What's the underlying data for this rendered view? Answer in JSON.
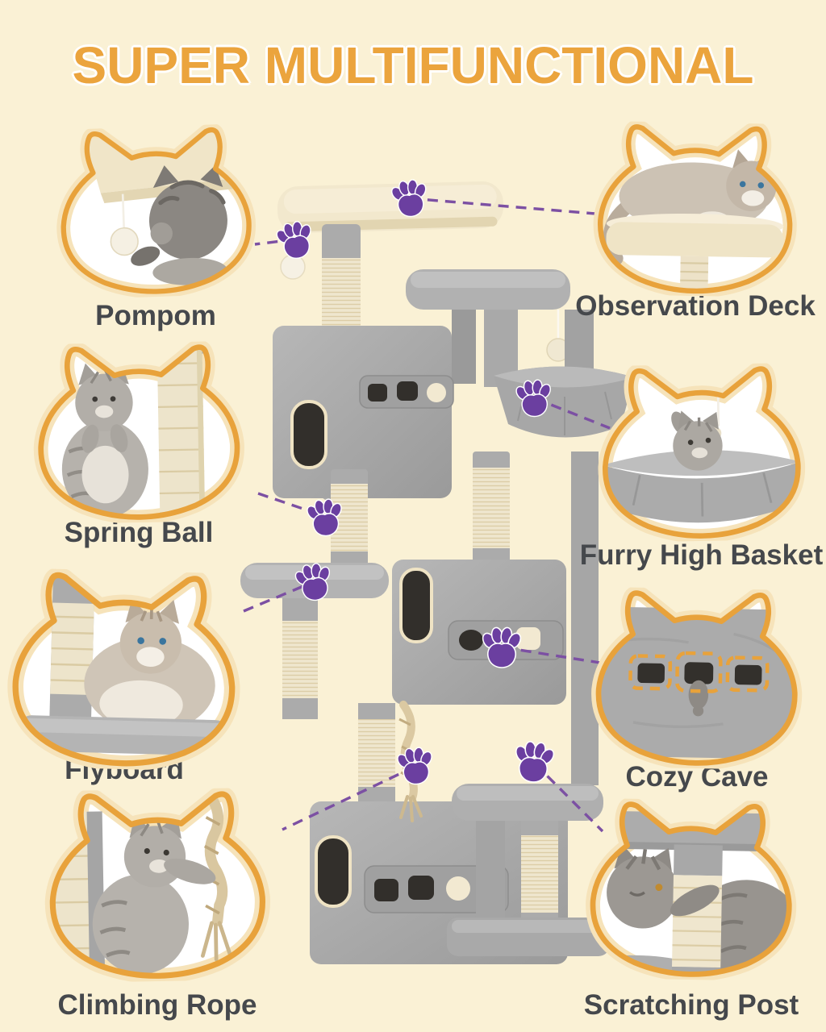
{
  "title": "SUPER MULTIFUNCTIONAL",
  "features": [
    {
      "id": "pompom",
      "label": "Pompom",
      "side": "left"
    },
    {
      "id": "observation-deck",
      "label": "Observation Deck",
      "side": "right"
    },
    {
      "id": "spring-ball",
      "label": "Spring Ball",
      "side": "left"
    },
    {
      "id": "furry-high-basket",
      "label": "Furry High Basket",
      "side": "right"
    },
    {
      "id": "flyboard",
      "label": "Flyboard",
      "side": "left"
    },
    {
      "id": "cozy-cave",
      "label": "Cozy Cave",
      "side": "right"
    },
    {
      "id": "climbing-rope",
      "label": "Climbing Rope",
      "side": "left"
    },
    {
      "id": "scratching-post",
      "label": "Scratching Post",
      "side": "right"
    }
  ],
  "icons": {
    "connector_marker": "paw-icon"
  },
  "colors": {
    "background": "#FAF1D5",
    "title": "#EBA43D",
    "frame_stroke": "#E8A23B",
    "frame_halo": "#F6E3BA",
    "label_text": "#45484C",
    "paw": "#6B3FA0",
    "dashed_line": "#7C50A3",
    "tree_gray": "#ABABAB",
    "tree_beige": "#F1E7CB",
    "sisal": "#EFE6CE"
  }
}
